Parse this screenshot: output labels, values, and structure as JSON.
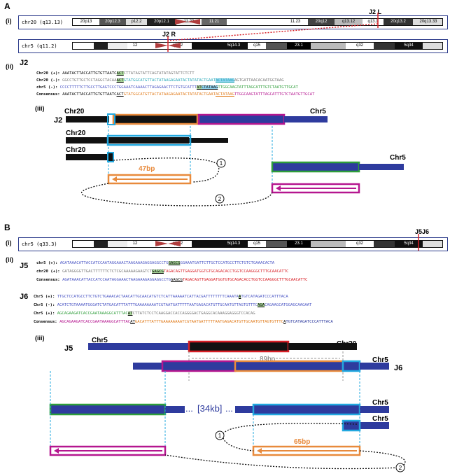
{
  "panelA": {
    "label": "A",
    "i_label": "(i)",
    "ii_label": "(ii)",
    "iii_label": "(iii)",
    "chr20_name": "chr20 (q13.13)",
    "chr20_bands": [
      "20p13",
      "20p12.3",
      "p12.2",
      "20p12.1",
      "11.23",
      "11.21",
      "11.23",
      "20q12",
      "q13.12",
      "q13.1",
      "20q13.2",
      "20q13.33"
    ],
    "chr5_name": "chr5 (q11.2)",
    "chr5_bands": [
      "12",
      "q11.2",
      "5q14.3",
      "q15",
      "23.1",
      "q32",
      "5q34"
    ],
    "j2l": "J2 L",
    "j2r": "J2 R",
    "j2": "J2",
    "seq": [
      {
        "label": "Chr20 (+):",
        "a": "AAATACTTACCATTGTGTTAATC",
        "b": "ACT",
        "c": "CTTATAGTATTCAGTATATAGTATTCTCTT",
        "d": ""
      },
      {
        "label": "Chr20 (-):",
        "a": "GGCCTGTTGCTCCTAGGCTACAA",
        "b": "ACT",
        "c": "GTATGGCATGTTACTATAAGAGAATACTATATACTGAAT",
        "d": "ACTATAAG",
        "e": "AGTGATTAACACAATGGTAAG"
      },
      {
        "label": "chr5 (-):",
        "a": "CCCCTTTTTCTTGCCTTGAGTCCCTGGAAATCAAAACTTAGAGAACTTCTGTGCATTT",
        "b": "AT",
        "c": "CTATAAG",
        "d": "TTGGCAAGTATTTAGCATTTGTCTAATGTTGCAT"
      },
      {
        "label": "Consensus:",
        "a": "AAATACTTACCATTGTGTTAATC",
        "b": "ACT",
        "c": "GTATGGCATGTTACTATAAGAGAATACTATATACTGAAT",
        "d": "ACTATAAG",
        "e": "TTGGCAAGTATTTAGCATTTGTCTAATGTTGCAT"
      }
    ],
    "chr20_a": "Chr20",
    "chr5_a": "Chr5",
    "chr20_b": "Chr20",
    "chr20_c": "Chr20",
    "chr5_c": "Chr5",
    "bp": "47bp",
    "circle1": "1",
    "circle2": "2"
  },
  "panelB": {
    "label": "B",
    "i_label": "(i)",
    "ii_label": "(ii)",
    "iii_label": "(iii)",
    "chr5_name": "chr5 (q33.3)",
    "chr5_bands": [
      "12",
      "q11.2",
      "5q14.3",
      "q15",
      "23.1",
      "q32",
      "5q34"
    ],
    "j5j6": "J5J6",
    "j5": "J5",
    "j6": "J6",
    "j5seq": [
      {
        "label": "chr5 (+):",
        "a": "AGATAAACATTACCATCCAATAGGAAACTAAGAAAGAGGAGGCCTG",
        "b": "GAGCG",
        "c": "GGAAATGATTCTTGCTCCATGCCTTCTGTCTGAAACACTA"
      },
      {
        "label": "chr20 (+):",
        "a": "GATAGGGGTTGACTTTTTTCTCTCGCAAAAAGAAGTCT",
        "b": "GAGCG",
        "c": "TAGACAGTTGAGGATGGTGTGCAGACACCTGGTCCAAGGGCTTTGCAACATTC"
      },
      {
        "label": "Consensus:",
        "a": "AGATAAACATTACCATCCAATAGGAAACTAAGAAAGAGGAGGCCTG",
        "b": "GAGCG",
        "c": "TAGACAGTTGAGGATGGTGTGCAGACACCTGGTCCAAGGGCTTTGCAACATTC"
      }
    ],
    "j6seq": [
      {
        "label": "Chr5 (+):",
        "a": "TTGCTCCATGCCTTCTGTCTGAAACACTAACATTGCAACATGTCTCATTAAAAATCATTACGATTTTTTTTCAAATA",
        "b": "A",
        "c": "TGTCATAGATCCCATTTACA"
      },
      {
        "label": "Chr5 (-):",
        "a": "ACATCTGTAAAATGGGATCTATGACATTTATTTGAAAAAAAATCGTAATGATTTTTAATGAGACATGTTGCAATGTTAGTGTTTC",
        "b": "AGA",
        "c": "CAGAAGCATGGAGCAAGAAT"
      },
      {
        "label": "Chr5 (+):",
        "a": "AGCAGAAGATCACCGAATAAAGGCATTTAC",
        "b": "AT",
        "c": "CTTATCTCCTCAAGGACCACCAGGGGACTGAGGCACAAAGGAGGGTCCACAG"
      },
      {
        "label": "Consensus:",
        "a": "AGCAGAAGATCACCGAATAAAGGCATTTAC",
        "b": "AT",
        "c": "GACATTTATTTGAAAAAAAATCGTAATGATTTTTAATGAGACATGTTGCAATGTTAGTGTTTC",
        "d": "A",
        "e": "TGTCATAGATCCCATTTACA"
      }
    ],
    "chr5_a": "Chr5",
    "chr20_a": "Chr20",
    "bp89": "89bp",
    "chr5_b": "Chr5",
    "kb": "[34kb]",
    "dots": "...",
    "chr5_c": "Chr5",
    "chr5_d": "Chr5",
    "bp65": "65bp",
    "circle1": "1",
    "circle2": "2"
  },
  "colors": {
    "black": "#111111",
    "navy": "#2e3b9e",
    "orange": "#e88a3c",
    "magenta": "#b5168f",
    "cyan": "#22a8df",
    "green": "#2e9e3a",
    "red": "#d81f26",
    "highlight": "#a9d69a",
    "cyanhl": "#8fd3ee",
    "seqBlue": "#4a55c4",
    "seqCyan": "#27a8b8",
    "seqGreen": "#2e9e3a",
    "seqOrange": "#e07a1a",
    "seqRed": "#d81f26",
    "seqMagenta": "#b5168f",
    "seqGray": "#777777"
  }
}
